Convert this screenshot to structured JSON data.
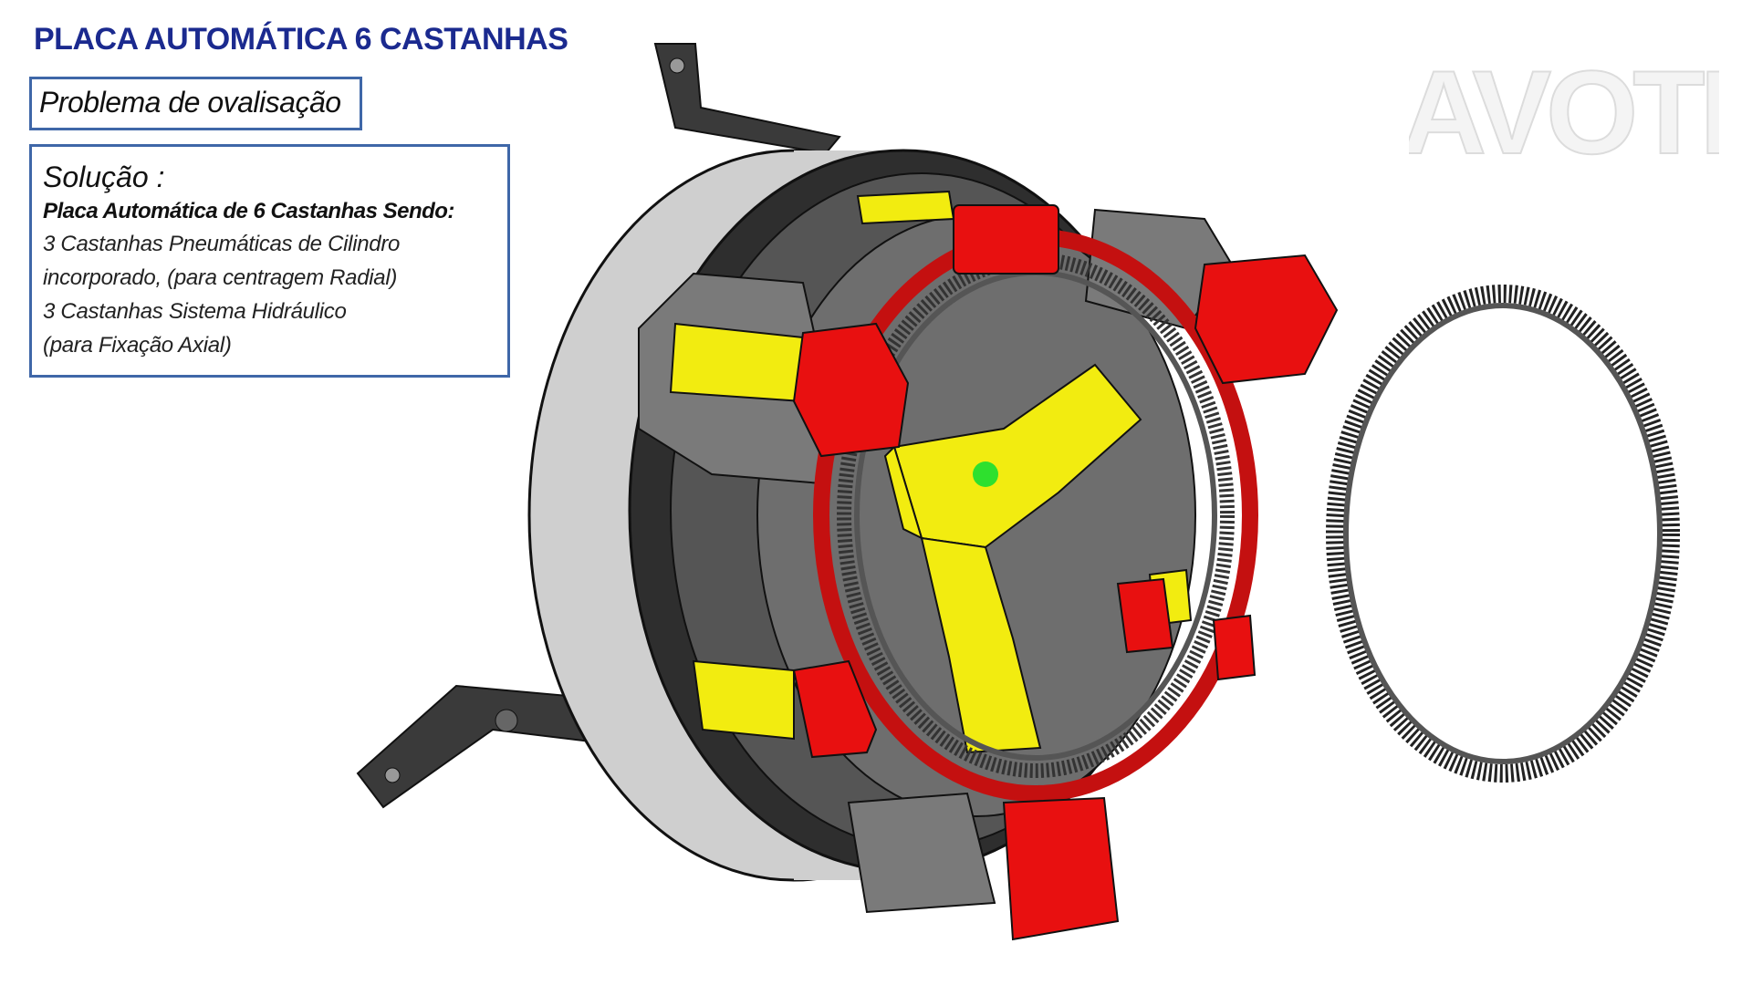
{
  "title": "PLACA AUTOMÁTICA 6 CASTANHAS",
  "problem": "Problema de ovalisação",
  "solution": {
    "heading": "Solução :",
    "subheading": "Placa Automática de 6 Castanhas Sendo:",
    "lines": [
      "3 Castanhas Pneumáticas de Cilindro",
      "incorporado, (para centragem Radial)",
      "3 Castanhas Sistema Hidráulico",
      "(para Fixação Axial)"
    ]
  },
  "logo": {
    "text": "AVOTI"
  },
  "colors": {
    "title": "#1b2a8f",
    "box_border": "#3f67a8",
    "jaw_red": "#e81010",
    "jaw_yellow": "#f2ec10",
    "body_gray": "#8c8c8c"
  }
}
